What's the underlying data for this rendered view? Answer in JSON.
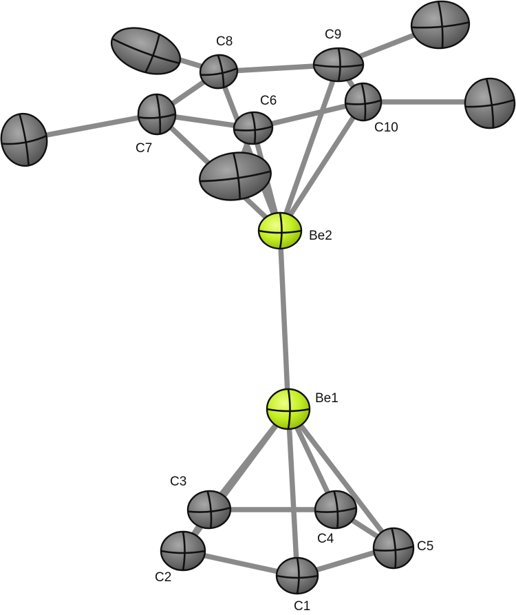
{
  "labels": {
    "c8": "C8",
    "c9": "C9",
    "c6": "C6",
    "c7": "C7",
    "c10": "C10",
    "be2": "Be2",
    "be1": "Be1",
    "c3": "C3",
    "c4": "C4",
    "c5": "C5",
    "c2": "C2",
    "c1": "C1"
  },
  "colors": {
    "carbon": "#6e6e6e",
    "carbon_highlight": "#9a9a9a",
    "beryllium": "#b8e61e",
    "beryllium_highlight": "#e2ff7a",
    "bond": "#8a8a8a",
    "outline": "#101010"
  }
}
